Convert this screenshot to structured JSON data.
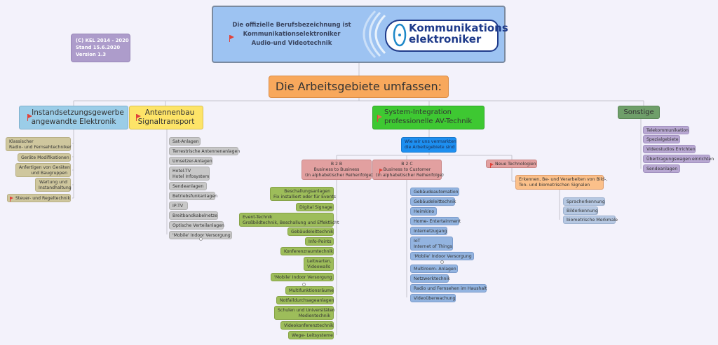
{
  "title_box": {
    "line1": "Die offizielle Berufsbezeichnung ist",
    "line2": "Kommunikationselektroniker",
    "line3": "Audio-und Videotechnik",
    "logo_line1": "Kommunikations",
    "logo_line2": "elektroniker"
  },
  "info_box": {
    "line1": "(C) KEL 2014 - 2020",
    "line2": "Stand 15.6.2020",
    "line3": "Version 1.3"
  },
  "central": {
    "label": "Die Arbeitsgebiete umfassen:"
  },
  "branches": {
    "instand": {
      "line1": "Instandsetzungsgewerbe",
      "line2": "angewandte Elektronik",
      "items": [
        [
          "Klassischer",
          "Radio- und Fernsehtechniker"
        ],
        [
          "Geräte Modifikationen"
        ],
        [
          "Anfertigen von Geräten",
          "und Baugruppen"
        ],
        [
          "Wartung und",
          "Instandhaltung"
        ],
        [
          "Steuer- und Regeltechnik"
        ]
      ]
    },
    "antennen": {
      "line1": "Antennenbau",
      "line2": "Signaltransport",
      "items": [
        [
          "Sat-Anlagen"
        ],
        [
          "Terrestrische Antennenanlagen"
        ],
        [
          "Umsetzer-Anlagen"
        ],
        [
          "Hotel-TV",
          "Hotel Infosystem"
        ],
        [
          "Sendeanlagen"
        ],
        [
          "Betriebsfunkanlagen"
        ],
        [
          "IP-TV"
        ],
        [
          "Breitbandkabelnetze"
        ],
        [
          "Optische Verteilanlagen"
        ],
        [
          "'Mobile' Indoor Versorgung"
        ]
      ]
    },
    "system": {
      "line1": "System-Integration",
      "line2": "professionelle AV-Technik",
      "market": [
        "Wie wir uns vermarkten",
        "die Arbeitsgebiete sind"
      ],
      "b2b": {
        "line1": "B 2 B",
        "line2": "Business to Business",
        "line3": "(in alphabetischer Reihenfolge)",
        "items": [
          [
            "Beschallungsanlagen",
            "Fix installiert oder für Events"
          ],
          [
            "Digital Signage"
          ],
          [
            "Event-Technik",
            "Großbildtechnik, Beschallung und Effektlicht"
          ],
          [
            "Gebäudeleittechnik"
          ],
          [
            "Info-Points"
          ],
          [
            "Konferenzraumtechnik"
          ],
          [
            "Leitwarten,",
            "Videowalls"
          ],
          [
            "'Mobile' Indoor Versorgung"
          ],
          [
            "Multifunktionsräume"
          ],
          [
            "Notfalldurchsageanlagen"
          ],
          [
            "Schulen und Universitäten",
            "Medientechnik"
          ],
          [
            "Videokonferenztechnik"
          ],
          [
            "Wege- Leitsysteme"
          ]
        ]
      },
      "b2c": {
        "line1": "B 2 C",
        "line2": "Business to Customer",
        "line3": "(in alphabetischer Reihenfolge)",
        "items": [
          [
            "Gebäudeautomation"
          ],
          [
            "Gebäudeleittechnik"
          ],
          [
            "Heimkino"
          ],
          [
            "Home- Entertainment"
          ],
          [
            "Internetzugang"
          ],
          [
            "IoT",
            "Internet of Things"
          ],
          [
            "'Mobile' Indoor Versorgung"
          ],
          [
            "Multiroom- Anlagen"
          ],
          [
            "Netzwerktechnik"
          ],
          [
            "Radio und Fernsehen im Haushalt"
          ],
          [
            "Videoüberwachung"
          ]
        ]
      },
      "neu": {
        "label": "Neue Technologien",
        "sub": [
          "Erkennen, Be- und Verarbeiten von Bild-,",
          "Ton- und biometrischen Signalen"
        ],
        "items": [
          [
            "Spracherkennung"
          ],
          [
            "Bilderkennung"
          ],
          [
            "biometrische Merkmale"
          ]
        ]
      }
    },
    "sonstige": {
      "label": "Sonstige",
      "items": [
        [
          "Telekommunikation"
        ],
        [
          "Spezialgebiete"
        ],
        [
          "Videostudios Errichten"
        ],
        [
          "Übertragungswagen einrichten"
        ],
        [
          "Sendeanlagen"
        ]
      ]
    }
  },
  "colors": {
    "background": "#f3f2fb",
    "title_box": "#9dc3f2",
    "central": "#f8a85c",
    "instand": "#9bcde8",
    "antennen": "#fde468",
    "system": "#3ec832",
    "sonstige": "#6f9f6a",
    "market": "#1d8ff0",
    "flag": "#e0423a"
  }
}
